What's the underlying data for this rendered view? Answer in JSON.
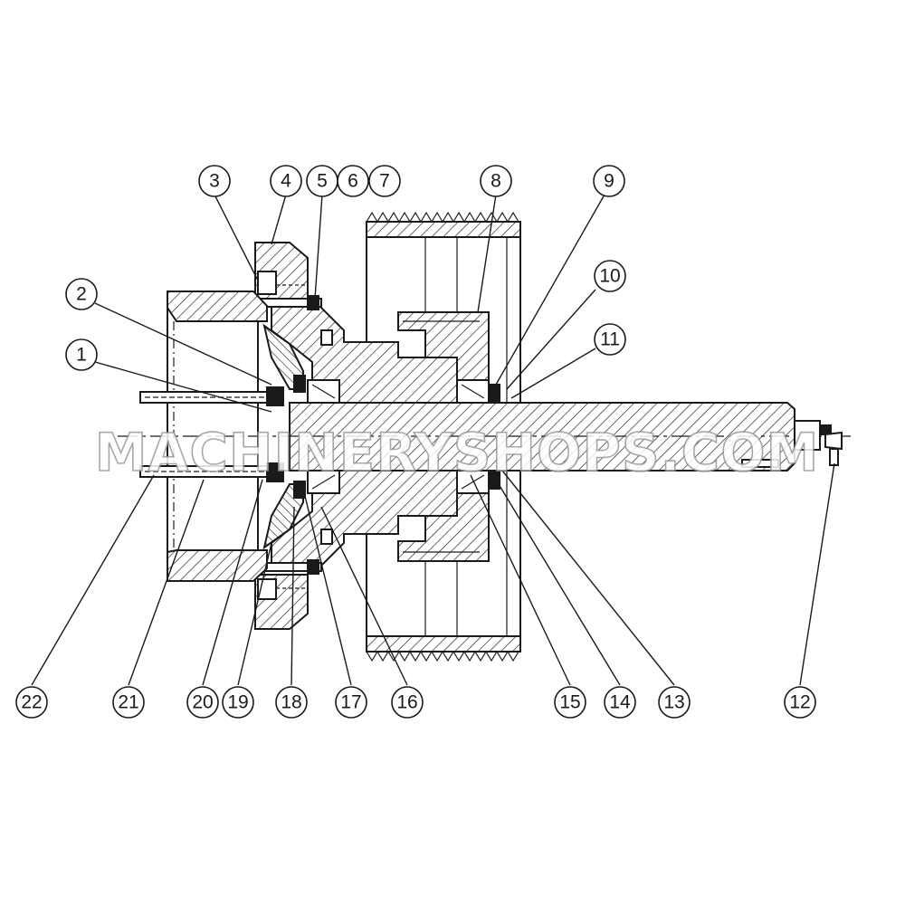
{
  "watermark": "MACHINERYSHOPS.COM",
  "colors": {
    "ink": "#1a1a1a",
    "hatch": "#1a1a1a",
    "background": "#ffffff",
    "watermark_stroke": "#9a9a9a"
  },
  "balloons": {
    "b1": "1",
    "b2": "2",
    "b3": "3",
    "b4": "4",
    "b5": "5",
    "b6": "6",
    "b7": "7",
    "b8": "8",
    "b9": "9",
    "b10": "10",
    "b11": "11",
    "b12": "12",
    "b13": "13",
    "b14": "14",
    "b15": "15",
    "b16": "16",
    "b17": "17",
    "b18": "18",
    "b19": "19",
    "b20": "20",
    "b21": "21",
    "b22": "22"
  }
}
